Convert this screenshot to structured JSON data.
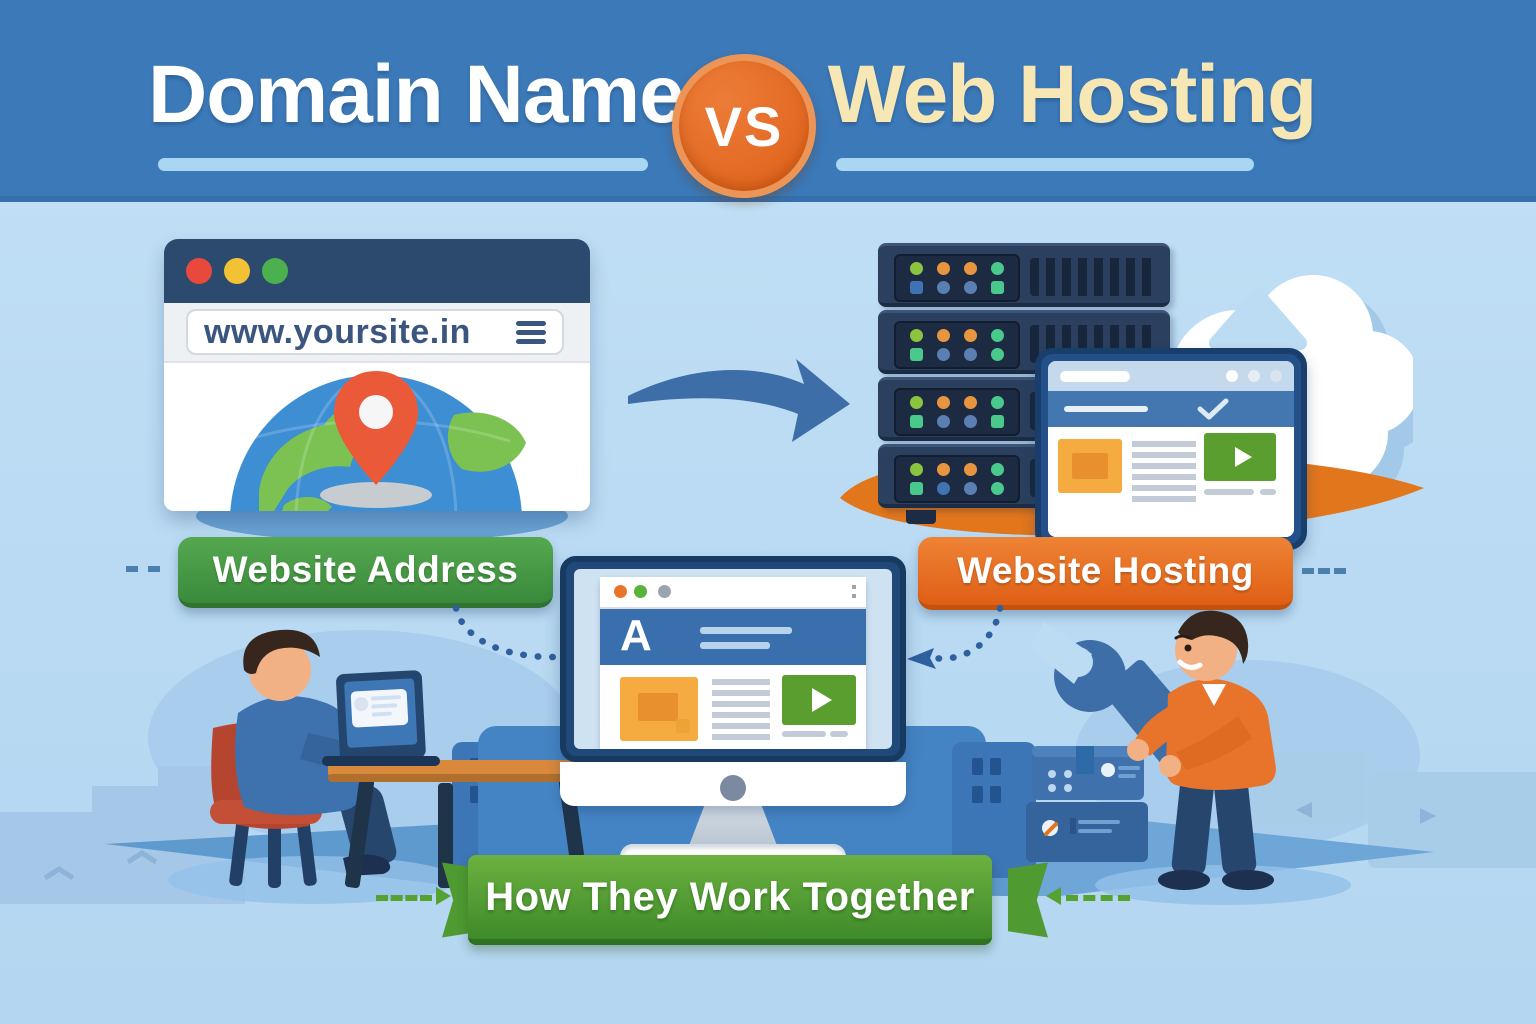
{
  "header": {
    "left_title": "Domain Name",
    "vs_badge": "VS",
    "right_title": "Web Hosting"
  },
  "domain_side": {
    "browser_url": "www.yoursite.in",
    "label": "Website Address"
  },
  "hosting_side": {
    "label": "Website Hosting"
  },
  "site_preview": {
    "logo_letter": "A"
  },
  "banner": {
    "text": "How They Work Together"
  },
  "icons": {
    "window_controls": "three-traffic-light-dots",
    "menu": "hamburger-lines",
    "location_pin": "map-pin",
    "globe": "world-globe",
    "flow_arrow": "curved-arrow-right",
    "upload_cloud": "cloud-with-up-arrow",
    "play": "play-triangle",
    "check": "checkmark",
    "wrench": "wrench",
    "connector": "dotted-curve-pointer"
  },
  "colors": {
    "header_bg": "#3b79b8",
    "background": "#bcdcf4",
    "title_left": "#ffffff",
    "title_right": "#f6e7b4",
    "underline": "#a9d7f2",
    "vs_badge": "#e2661f",
    "address_label_green": "#43953f",
    "hosting_label_orange": "#e56f23",
    "banner_green": "#4a9a33",
    "server_navy": "#2b3f5e",
    "arrow_blue": "#3d6ea8",
    "platform_orange": "#e2761c"
  }
}
